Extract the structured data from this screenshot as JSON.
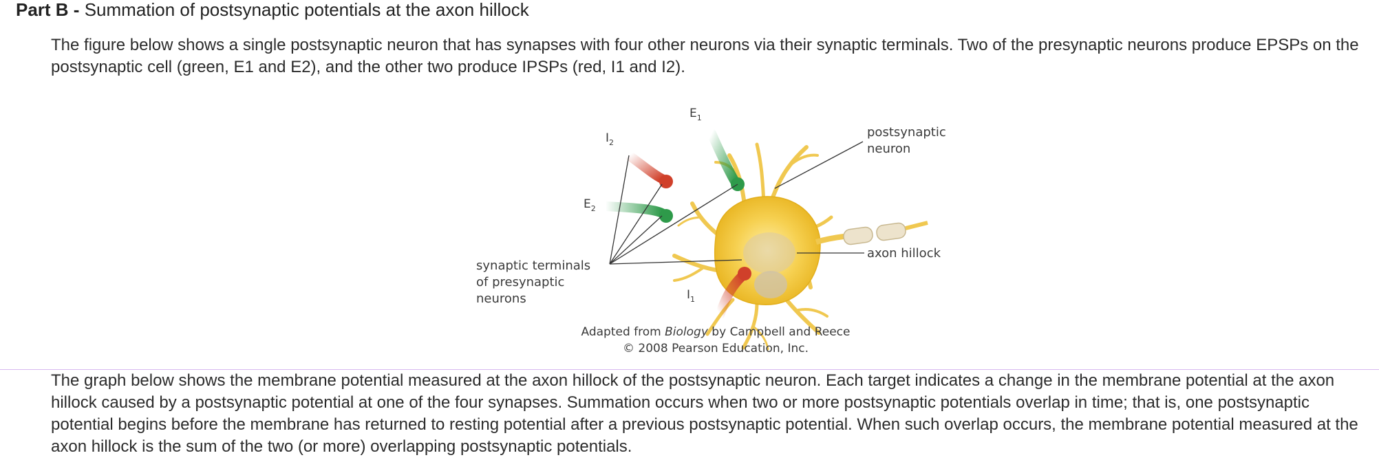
{
  "heading": {
    "part": "Part B -",
    "title": "Summation of postsynaptic potentials at the axon hillock"
  },
  "intro": {
    "text": "The figure below shows a single postsynaptic neuron that has synapses with four other neurons via their synaptic terminals. Two of the presynaptic neurons produce EPSPs on the postsynaptic cell (green, E1 and E2), and the other two produce IPSPs (red, I1 and I2)."
  },
  "figure": {
    "labels": {
      "e1": "E",
      "e1_sub": "1",
      "e2": "E",
      "e2_sub": "2",
      "i1": "I",
      "i1_sub": "1",
      "i2": "I",
      "i2_sub": "2",
      "postsynaptic_line1": "postsynaptic",
      "postsynaptic_line2": "neuron",
      "axon_hillock": "axon hillock",
      "terminals_line1": "synaptic terminals",
      "terminals_line2": "of presynaptic",
      "terminals_line3": "neurons"
    },
    "caption": {
      "prefix": "Adapted from ",
      "book": "Biology",
      "suffix": " by Campbell and Reece",
      "copyright": "© 2008 Pearson Education, Inc."
    },
    "colors": {
      "excitatory": "#2e9a4a",
      "inhibitory": "#d0402a",
      "soma": "#f2c232",
      "dendrite": "#f0c850",
      "myelin": "#ede3cc"
    }
  },
  "description": {
    "text": "The graph below shows the membrane potential measured at the axon hillock of the postsynaptic neuron. Each target indicates a change in the membrane potential at the axon hillock caused by a postsynaptic potential at one of the four synapses. Summation occurs when two or more postsynaptic potentials overlap in time; that is, one postsynaptic potential begins before the membrane has returned to resting potential after a previous postsynaptic potential. When such overlap occurs, the membrane potential measured at the axon hillock is the sum of the two (or more) overlapping postsynaptic potentials."
  }
}
